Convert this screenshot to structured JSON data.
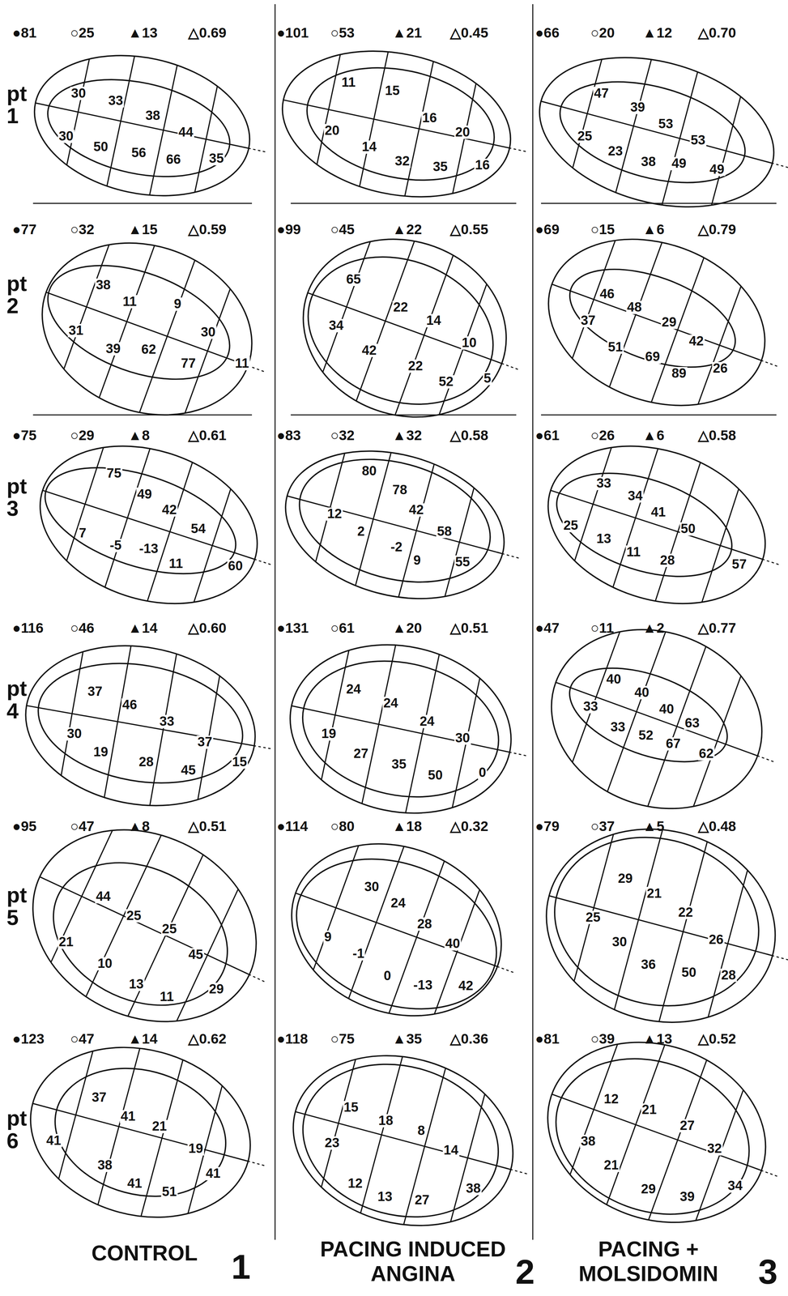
{
  "diagram": {
    "labels": [
      "pt 1",
      "●81",
      "○25",
      "▲13",
      "△0.69",
      "30",
      "33",
      "38",
      "44",
      "30",
      "50",
      "56",
      "66",
      "35",
      "●101",
      "○53",
      "▲21",
      "△0.45",
      "11",
      "15",
      "16",
      "20",
      "20",
      "14",
      "32",
      "35",
      "16",
      "●66",
      "○20",
      "▲12",
      "△0.70",
      "47",
      "39",
      "53",
      "53",
      "25",
      "23",
      "38",
      "49",
      "49",
      "pt 2",
      "●77",
      "○32",
      "▲15",
      "△0.59",
      "38",
      "11",
      "9",
      "30",
      "31",
      "39",
      "62",
      "77",
      "11",
      "●99",
      "○45",
      "▲22",
      "△0.55",
      "65",
      "22",
      "14",
      "34",
      "10",
      "42",
      "22",
      "52",
      "5",
      "●69",
      "○15",
      "▲6",
      "△0.79",
      "46",
      "48",
      "29",
      "37",
      "42",
      "51",
      "69",
      "89",
      "26",
      "pt 3",
      "●75",
      "○29",
      "▲8",
      "△0.61",
      "75",
      "49",
      "42",
      "54",
      "7",
      "-5",
      "-13",
      "11",
      "60",
      "●83",
      "○32",
      "▲32",
      "△0.58",
      "80",
      "78",
      "42",
      "12",
      "2",
      "58",
      "-2",
      "9",
      "55",
      "●61",
      "○26",
      "▲6",
      "△0.58",
      "33",
      "34",
      "41",
      "25",
      "50",
      "13",
      "11",
      "28",
      "57",
      "pt 4",
      "●116",
      "○46",
      "▲14",
      "△0.60",
      "37",
      "46",
      "33",
      "37",
      "30",
      "19",
      "28",
      "45",
      "15",
      "●131",
      "○61",
      "▲20",
      "△0.51",
      "24",
      "24",
      "24",
      "30",
      "19",
      "27",
      "35",
      "50",
      "0",
      "●47",
      "○11",
      "▲2",
      "△0.77",
      "40",
      "40",
      "40",
      "33",
      "63",
      "33",
      "52",
      "67",
      "62",
      "pt 5",
      "●95",
      "○47",
      "▲8",
      "△0.51",
      "44",
      "25",
      "25",
      "21",
      "10",
      "45",
      "13",
      "11",
      "29",
      "●114",
      "○80",
      "▲18",
      "△0.32",
      "30",
      "24",
      "28",
      "9",
      "-1",
      "40",
      "0",
      "-13",
      "42",
      "●79",
      "○37",
      "▲5",
      "△0.48",
      "29",
      "21",
      "22",
      "25",
      "26",
      "30",
      "36",
      "50",
      "28",
      "pt 6",
      "●123",
      "○47",
      "▲14",
      "△0.62",
      "37",
      "41",
      "21",
      "41",
      "38",
      "19",
      "41",
      "51",
      "41",
      "●118",
      "○75",
      "▲35",
      "△0.36",
      "15",
      "18",
      "8",
      "23",
      "14",
      "12",
      "13",
      "27",
      "38",
      "●81",
      "○39",
      "▲13",
      "△0.52",
      "12",
      "21",
      "27",
      "38",
      "32",
      "21",
      "29",
      "39",
      "34",
      "CONTROL",
      "1",
      "PACING INDUCED ANGINA",
      "2",
      "PACING + MOLSIDOMIN",
      "3"
    ]
  }
}
